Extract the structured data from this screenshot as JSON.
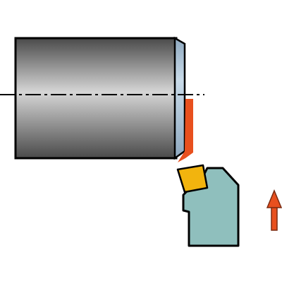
{
  "diagram": {
    "description_visible_text": [],
    "colors": {
      "background": "#ffffff",
      "workpiece_light": "#d6d6d6",
      "workpiece_dark": "#4a4a4a",
      "outline": "#000000",
      "end_face_light": "#c9dbe9",
      "end_face_dark": "#8fa9c0",
      "chip": "#e8501e",
      "insert": "#f2b40e",
      "insert_shade": "#e19c00",
      "holder": "#8fbfbd",
      "holder_outline": "#000000",
      "arrow": "#e8501e",
      "centerline": "#000000"
    },
    "icons": {
      "feed_direction": "up-arrow-icon",
      "workpiece": "cylinder-workpiece",
      "tool": "turning-tool-holder",
      "insert": "cutting-insert"
    }
  }
}
